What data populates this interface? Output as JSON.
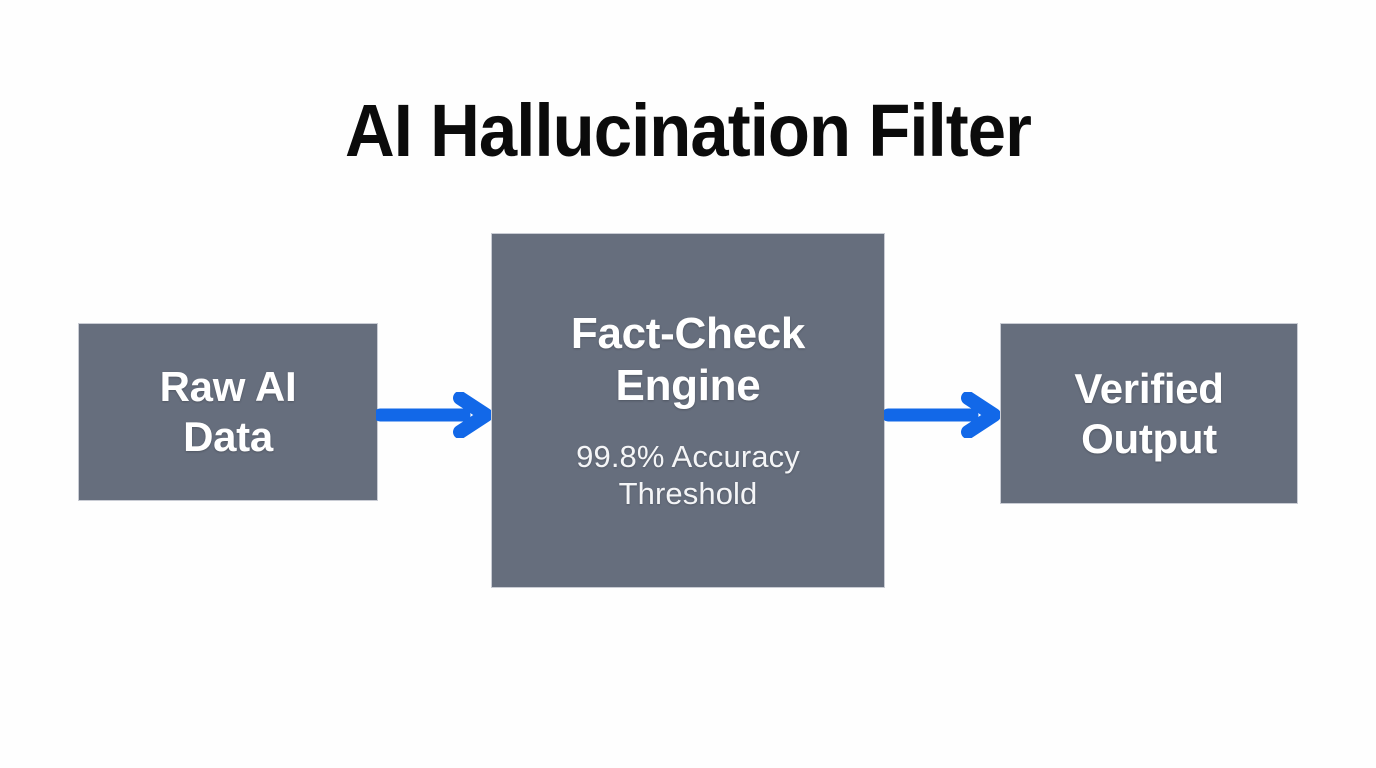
{
  "page": {
    "background_color": "#fefefe",
    "title": "AI Hallucination Filter",
    "title_color": "#0b0b0b"
  },
  "theme": {
    "node_fill": "#666e7d",
    "node_border": "#c9ccd4",
    "node_text": "#ffffff",
    "arrow_color": "#1268e8"
  },
  "diagram": {
    "type": "flowchart",
    "orientation": "left-to-right",
    "nodes": [
      {
        "id": "raw-ai-data",
        "title": "Raw AI\nData",
        "subtitle": ""
      },
      {
        "id": "fact-check-engine",
        "title": "Fact-Check\nEngine",
        "subtitle": "99.8% Accuracy\nThreshold"
      },
      {
        "id": "verified-output",
        "title": "Verified\nOutput",
        "subtitle": ""
      }
    ],
    "connectors": [
      {
        "id": "arrow-1",
        "from": "raw-ai-data",
        "to": "fact-check-engine",
        "icon": "arrow-right-icon"
      },
      {
        "id": "arrow-2",
        "from": "fact-check-engine",
        "to": "verified-output",
        "icon": "arrow-right-icon"
      }
    ]
  }
}
